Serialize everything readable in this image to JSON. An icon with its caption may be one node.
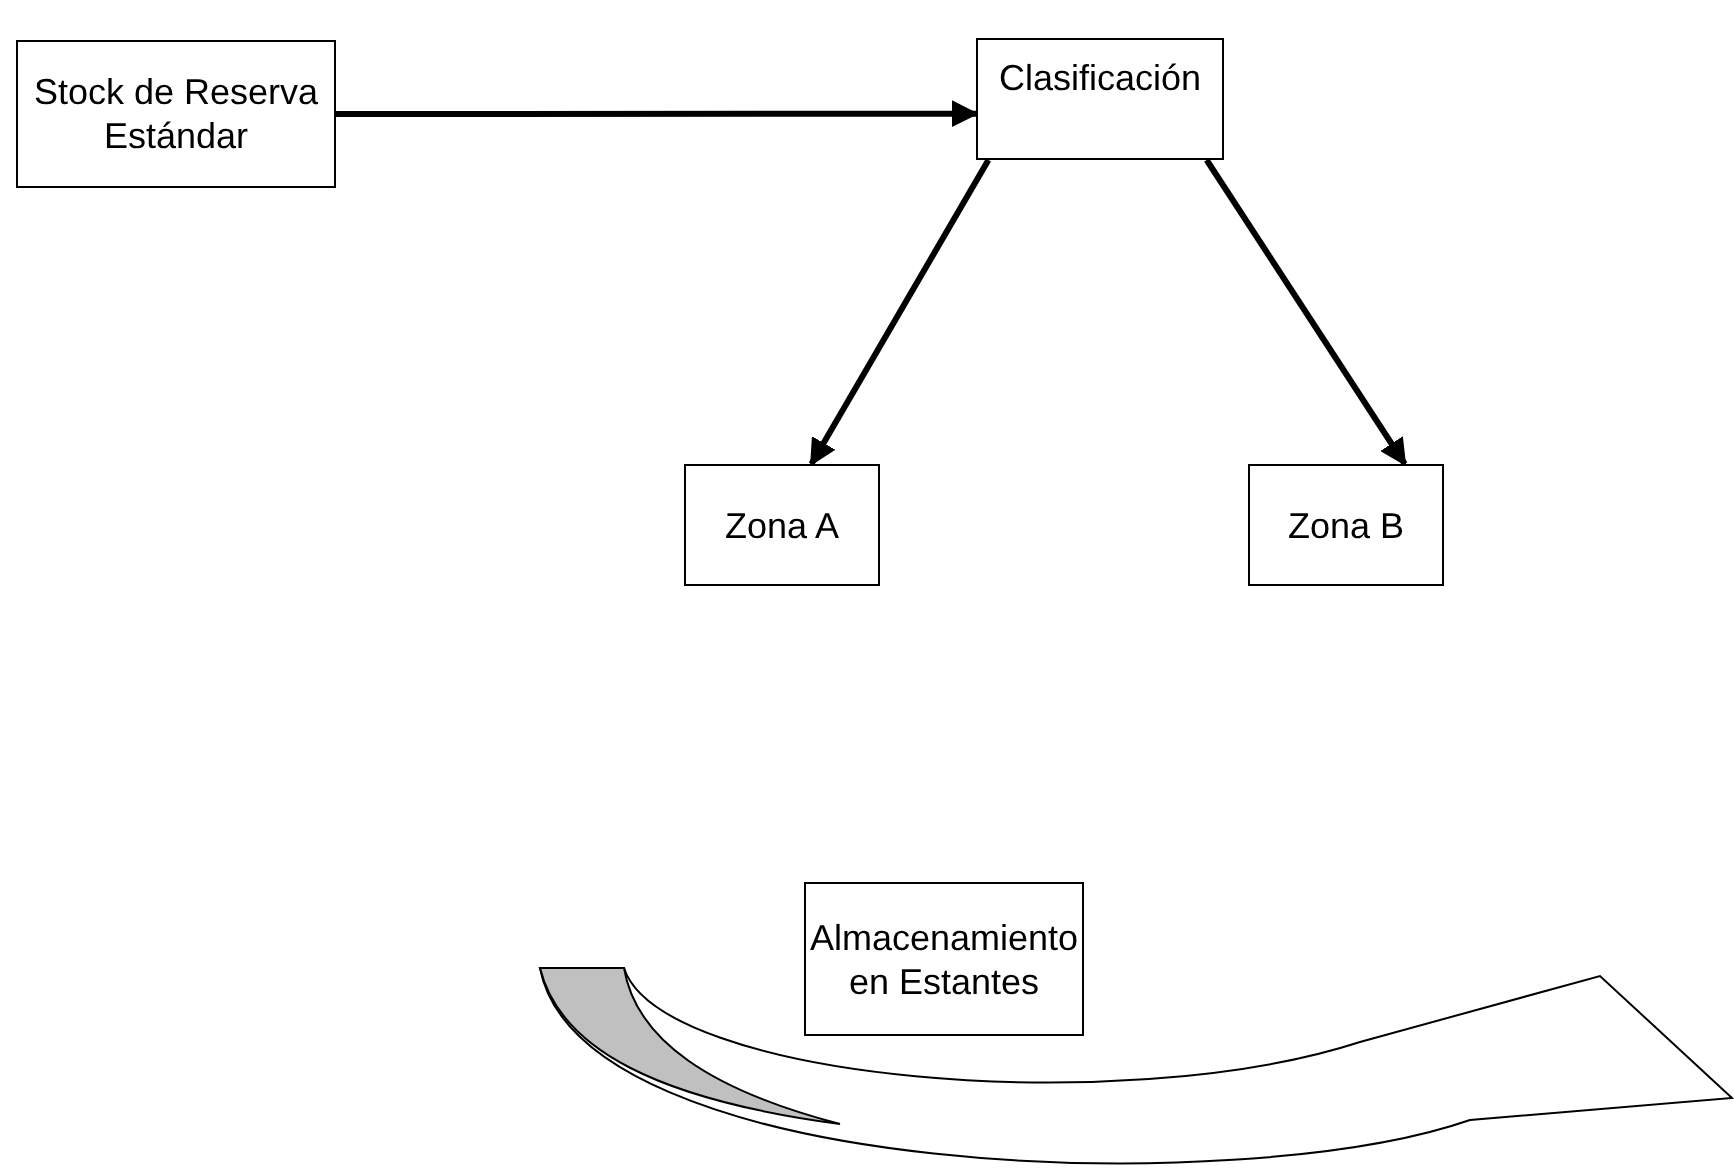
{
  "diagram": {
    "nodes": [
      {
        "text": [
          "Stock de Reserva Estándar"
        ]
      },
      {
        "text": [
          "Clasificación"
        ]
      },
      {
        "text": [
          "Zona A"
        ]
      },
      {
        "text": [
          "Zona B"
        ]
      },
      {
        "text": [
          "Almacenamiento en Estantes"
        ]
      }
    ],
    "edges": [
      {
        "from": 0,
        "to": 1,
        "arrow": "to"
      },
      {
        "from": 1,
        "to": 2,
        "arrow": "to"
      },
      {
        "from": 1,
        "to": 3,
        "arrow": "to"
      }
    ]
  }
}
